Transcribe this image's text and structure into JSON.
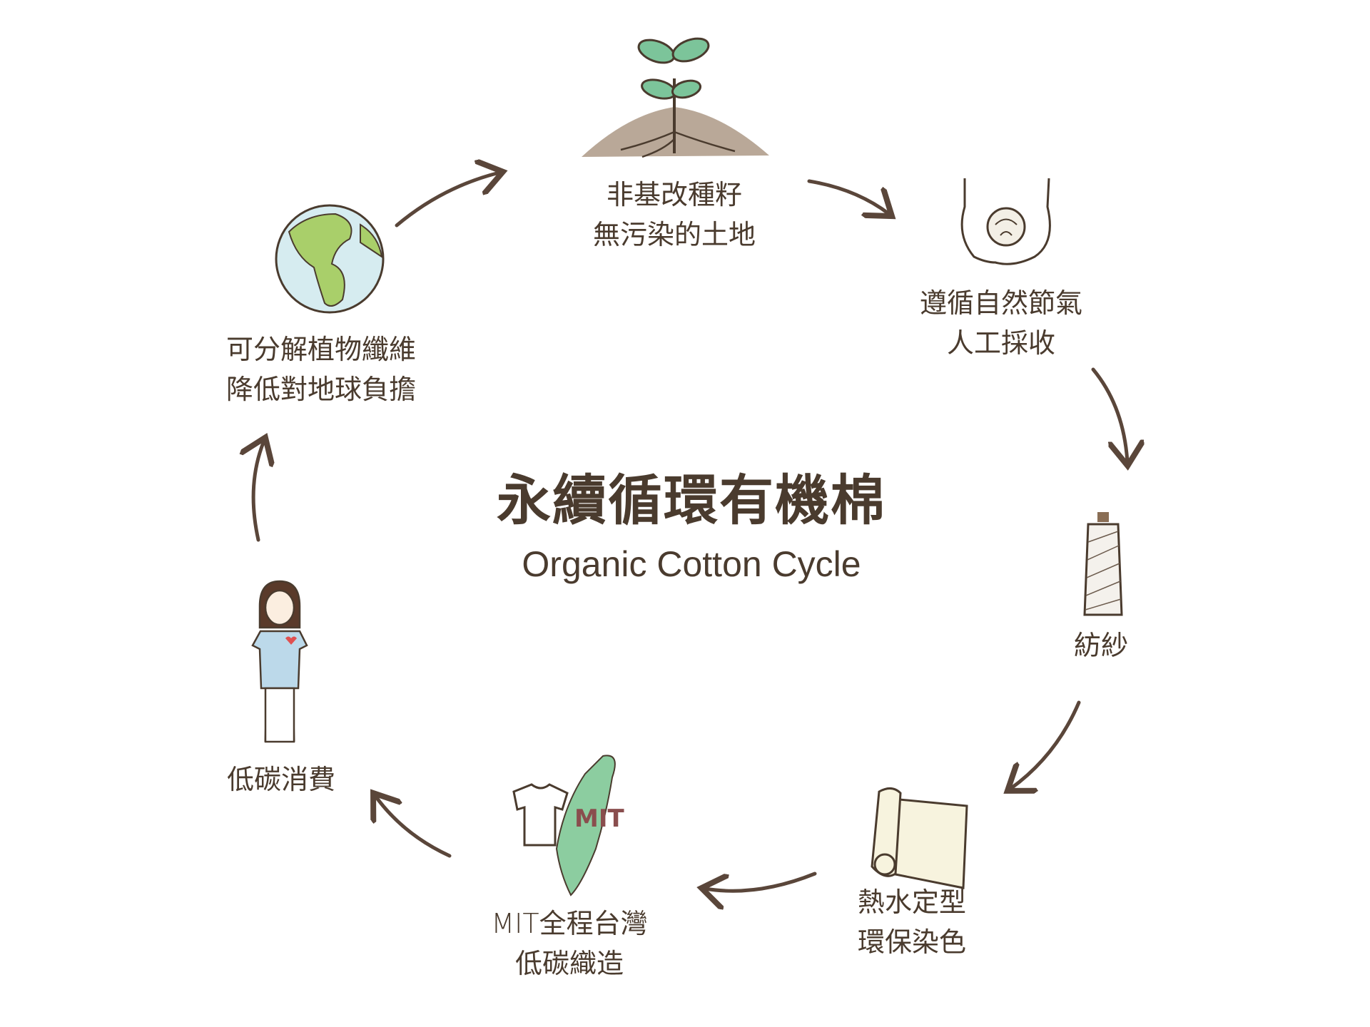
{
  "title": "永續循環有機棉",
  "subtitle": "Organic Cotton Cycle",
  "steps": [
    {
      "icon": "seedling-icon",
      "lines": [
        "非基改種籽",
        "無污染的土地"
      ]
    },
    {
      "icon": "hands-cotton-icon",
      "lines": [
        "遵循自然節氣",
        "人工採收"
      ]
    },
    {
      "icon": "yarn-spool-icon",
      "lines": [
        "紡紗"
      ]
    },
    {
      "icon": "fabric-roll-icon",
      "lines": [
        "熱水定型",
        "環保染色"
      ]
    },
    {
      "icon": "taiwan-tshirt-icon",
      "badge": "MIT",
      "lines": [
        "MIT全程台灣",
        "低碳織造"
      ]
    },
    {
      "icon": "girl-icon",
      "lines": [
        "低碳消費"
      ]
    },
    {
      "icon": "globe-icon",
      "lines": [
        "可分解植物纖維",
        "降低對地球負擔"
      ]
    }
  ],
  "colors": {
    "text": "#4a3b2e",
    "arrow": "#5a463a",
    "leaf": "#7cc49a",
    "soil": "#b9a898",
    "globe_water": "#d6ecf0",
    "globe_land": "#a9cf6a",
    "taiwan": "#8ccda0",
    "shirt_blue": "#bcd9ea"
  }
}
